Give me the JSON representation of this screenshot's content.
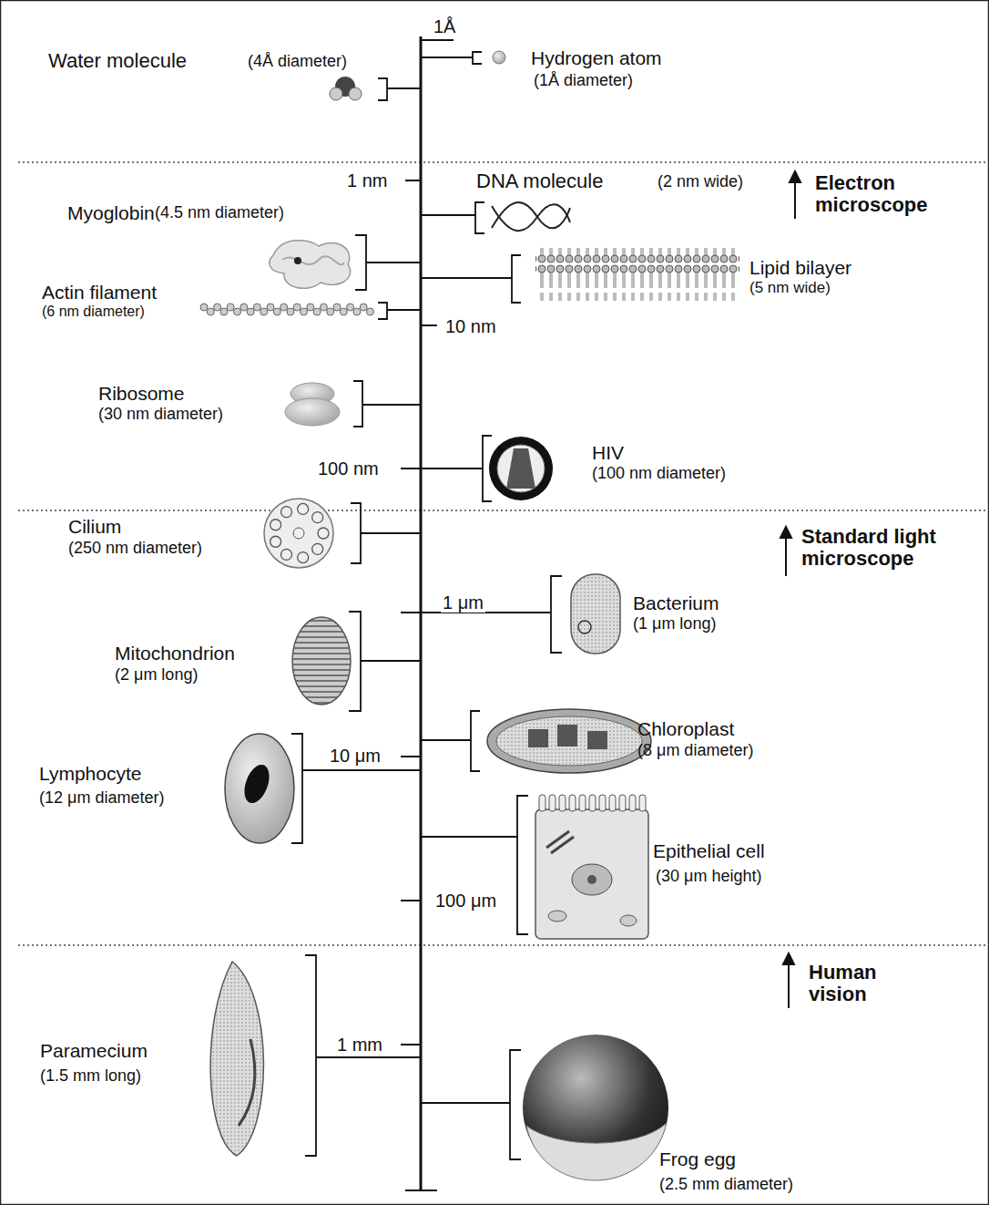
{
  "diagram": {
    "labels": [
      "1Å",
      "Water molecule",
      "(4Å diameter)",
      "Hydrogen atom",
      "(1Å diameter)",
      "1 nm",
      "DNA molecule",
      "(2 nm wide)",
      "Electron",
      "microscope",
      "Myoglobin",
      "(4.5 nm diameter)",
      "Lipid bilayer",
      "(5 nm wide)",
      "Actin filament",
      "(6 nm diameter)",
      "10 nm",
      "Ribosome",
      "(30 nm diameter)",
      "100 nm",
      "HIV",
      "(100 nm diameter)",
      "Cilium",
      "(250 nm diameter)",
      "Standard light",
      "microscope",
      "1 μm",
      "Bacterium",
      "(1 μm long)",
      "Mitochondrion",
      "(2 μm long)",
      "Chloroplast",
      "(8 μm diameter)",
      "10 μm",
      "Lymphocyte",
      "(12 μm diameter)",
      "Epithelial cell",
      "(30 μm height)",
      "100 μm",
      "Human",
      "vision",
      "1 mm",
      "Paramecium",
      "(1.5 mm long)",
      "Frog egg",
      "(2.5 mm diameter)"
    ]
  }
}
